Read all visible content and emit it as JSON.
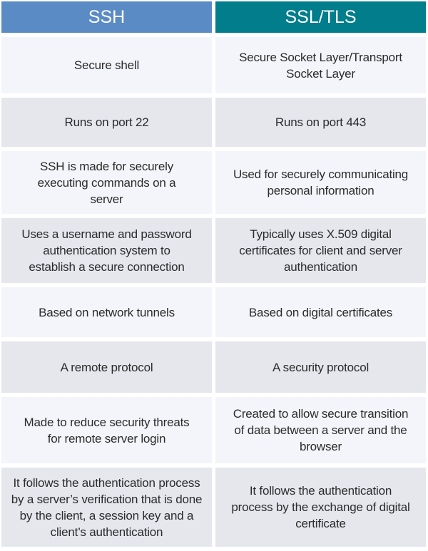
{
  "header": {
    "left": "SSH",
    "right": "SSL/TLS",
    "left_color": "#5b8bc4",
    "right_color": "#027d8c"
  },
  "rows": [
    {
      "ssh": "Secure shell",
      "tls": "Secure Socket Layer/Transport Socket Layer"
    },
    {
      "ssh": "Runs on port 22",
      "tls": "Runs on port 443"
    },
    {
      "ssh": "SSH is made for securely executing commands on a server",
      "tls": "Used for securely communicating personal information"
    },
    {
      "ssh": "Uses a username and password authentication system to establish a secure connection",
      "tls": "Typically uses X.509 digital certificates for client and server authentication"
    },
    {
      "ssh": "Based on network tunnels",
      "tls": "Based on digital certificates"
    },
    {
      "ssh": "A remote protocol",
      "tls": "A security protocol"
    },
    {
      "ssh": "Made to reduce security threats for remote server login",
      "tls": "Created to allow secure transition of data between a server and the browser"
    },
    {
      "ssh": "It follows the authentication process by a server’s verification that is done by the client, a session key and a client’s authentication",
      "tls": "It follows the authentication process by the exchange of digital certificate"
    }
  ]
}
